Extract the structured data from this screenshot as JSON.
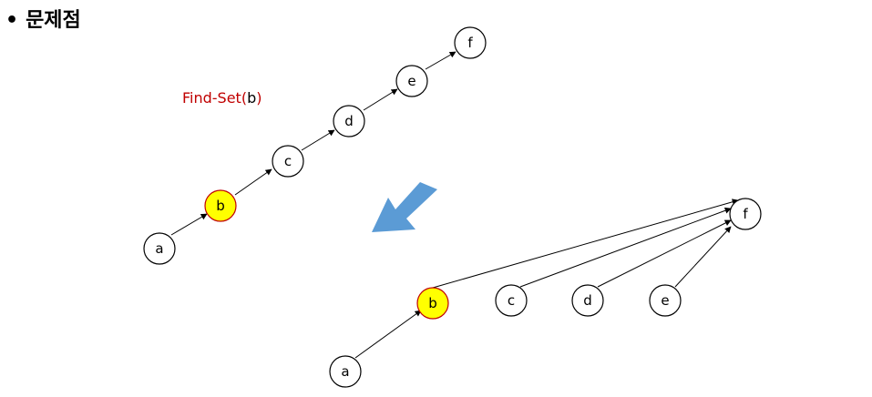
{
  "title": {
    "bullet": "•",
    "text": "문제점"
  },
  "caption": {
    "prefix": "Find-Set(",
    "argument": "b",
    "suffix": ")"
  },
  "colors": {
    "caption_red": "#c00000",
    "caption_black": "#000000",
    "highlight_fill": "#ffff00",
    "highlight_stroke": "#c00000",
    "arrow_blue": "#5b9bd5"
  },
  "before_tree": {
    "nodes": [
      "a",
      "b",
      "c",
      "d",
      "e",
      "f"
    ]
  },
  "after_tree": {
    "nodes": [
      "f",
      "b",
      "c",
      "d",
      "e",
      "a"
    ]
  }
}
